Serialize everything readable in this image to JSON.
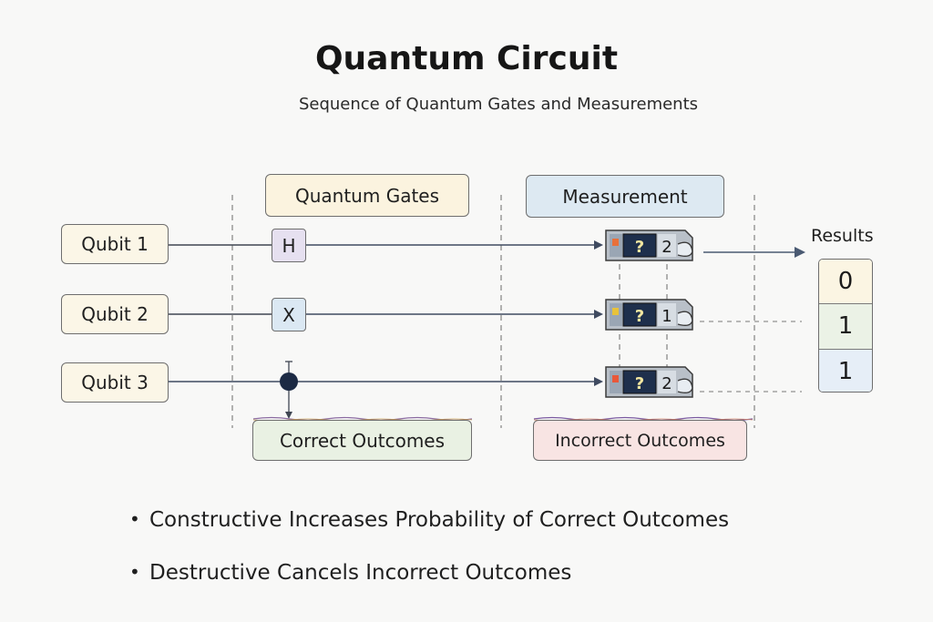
{
  "header": {
    "title": "Quantum Circuit",
    "subtitle": "Sequence of Quantum Gates and Measurements"
  },
  "sections": {
    "gates_label": "Quantum Gates",
    "measurement_label": "Measurement",
    "results_label": "Results"
  },
  "qubits": [
    {
      "label": "Qubit 1",
      "gate": "H",
      "gate_color": "#e6e0f0",
      "meter_value": "2",
      "meter_led": "#e8703a"
    },
    {
      "label": "Qubit 2",
      "gate": "X",
      "gate_color": "#dbe8f3",
      "meter_value": "1",
      "meter_led": "#e8c23a"
    },
    {
      "label": "Qubit 3",
      "gate": "control-dot",
      "gate_color": "#1c2a44",
      "meter_value": "2",
      "meter_led": "#e8583a"
    }
  ],
  "meter_symbol": "?",
  "results": [
    {
      "value": "0",
      "color": "#fbf5e3"
    },
    {
      "value": "1",
      "color": "#ebf2e6"
    },
    {
      "value": "1",
      "color": "#e6eef7"
    }
  ],
  "outcomes": {
    "correct": "Correct Outcomes",
    "incorrect": "Incorrect Outcomes"
  },
  "bullets": [
    "Constructive Increases Probability of Correct Outcomes",
    "Destructive Cancels Incorrect Outcomes"
  ],
  "colors": {
    "wire": "#4a5466",
    "arrow": "#4a5a72",
    "divider": "#666666"
  }
}
